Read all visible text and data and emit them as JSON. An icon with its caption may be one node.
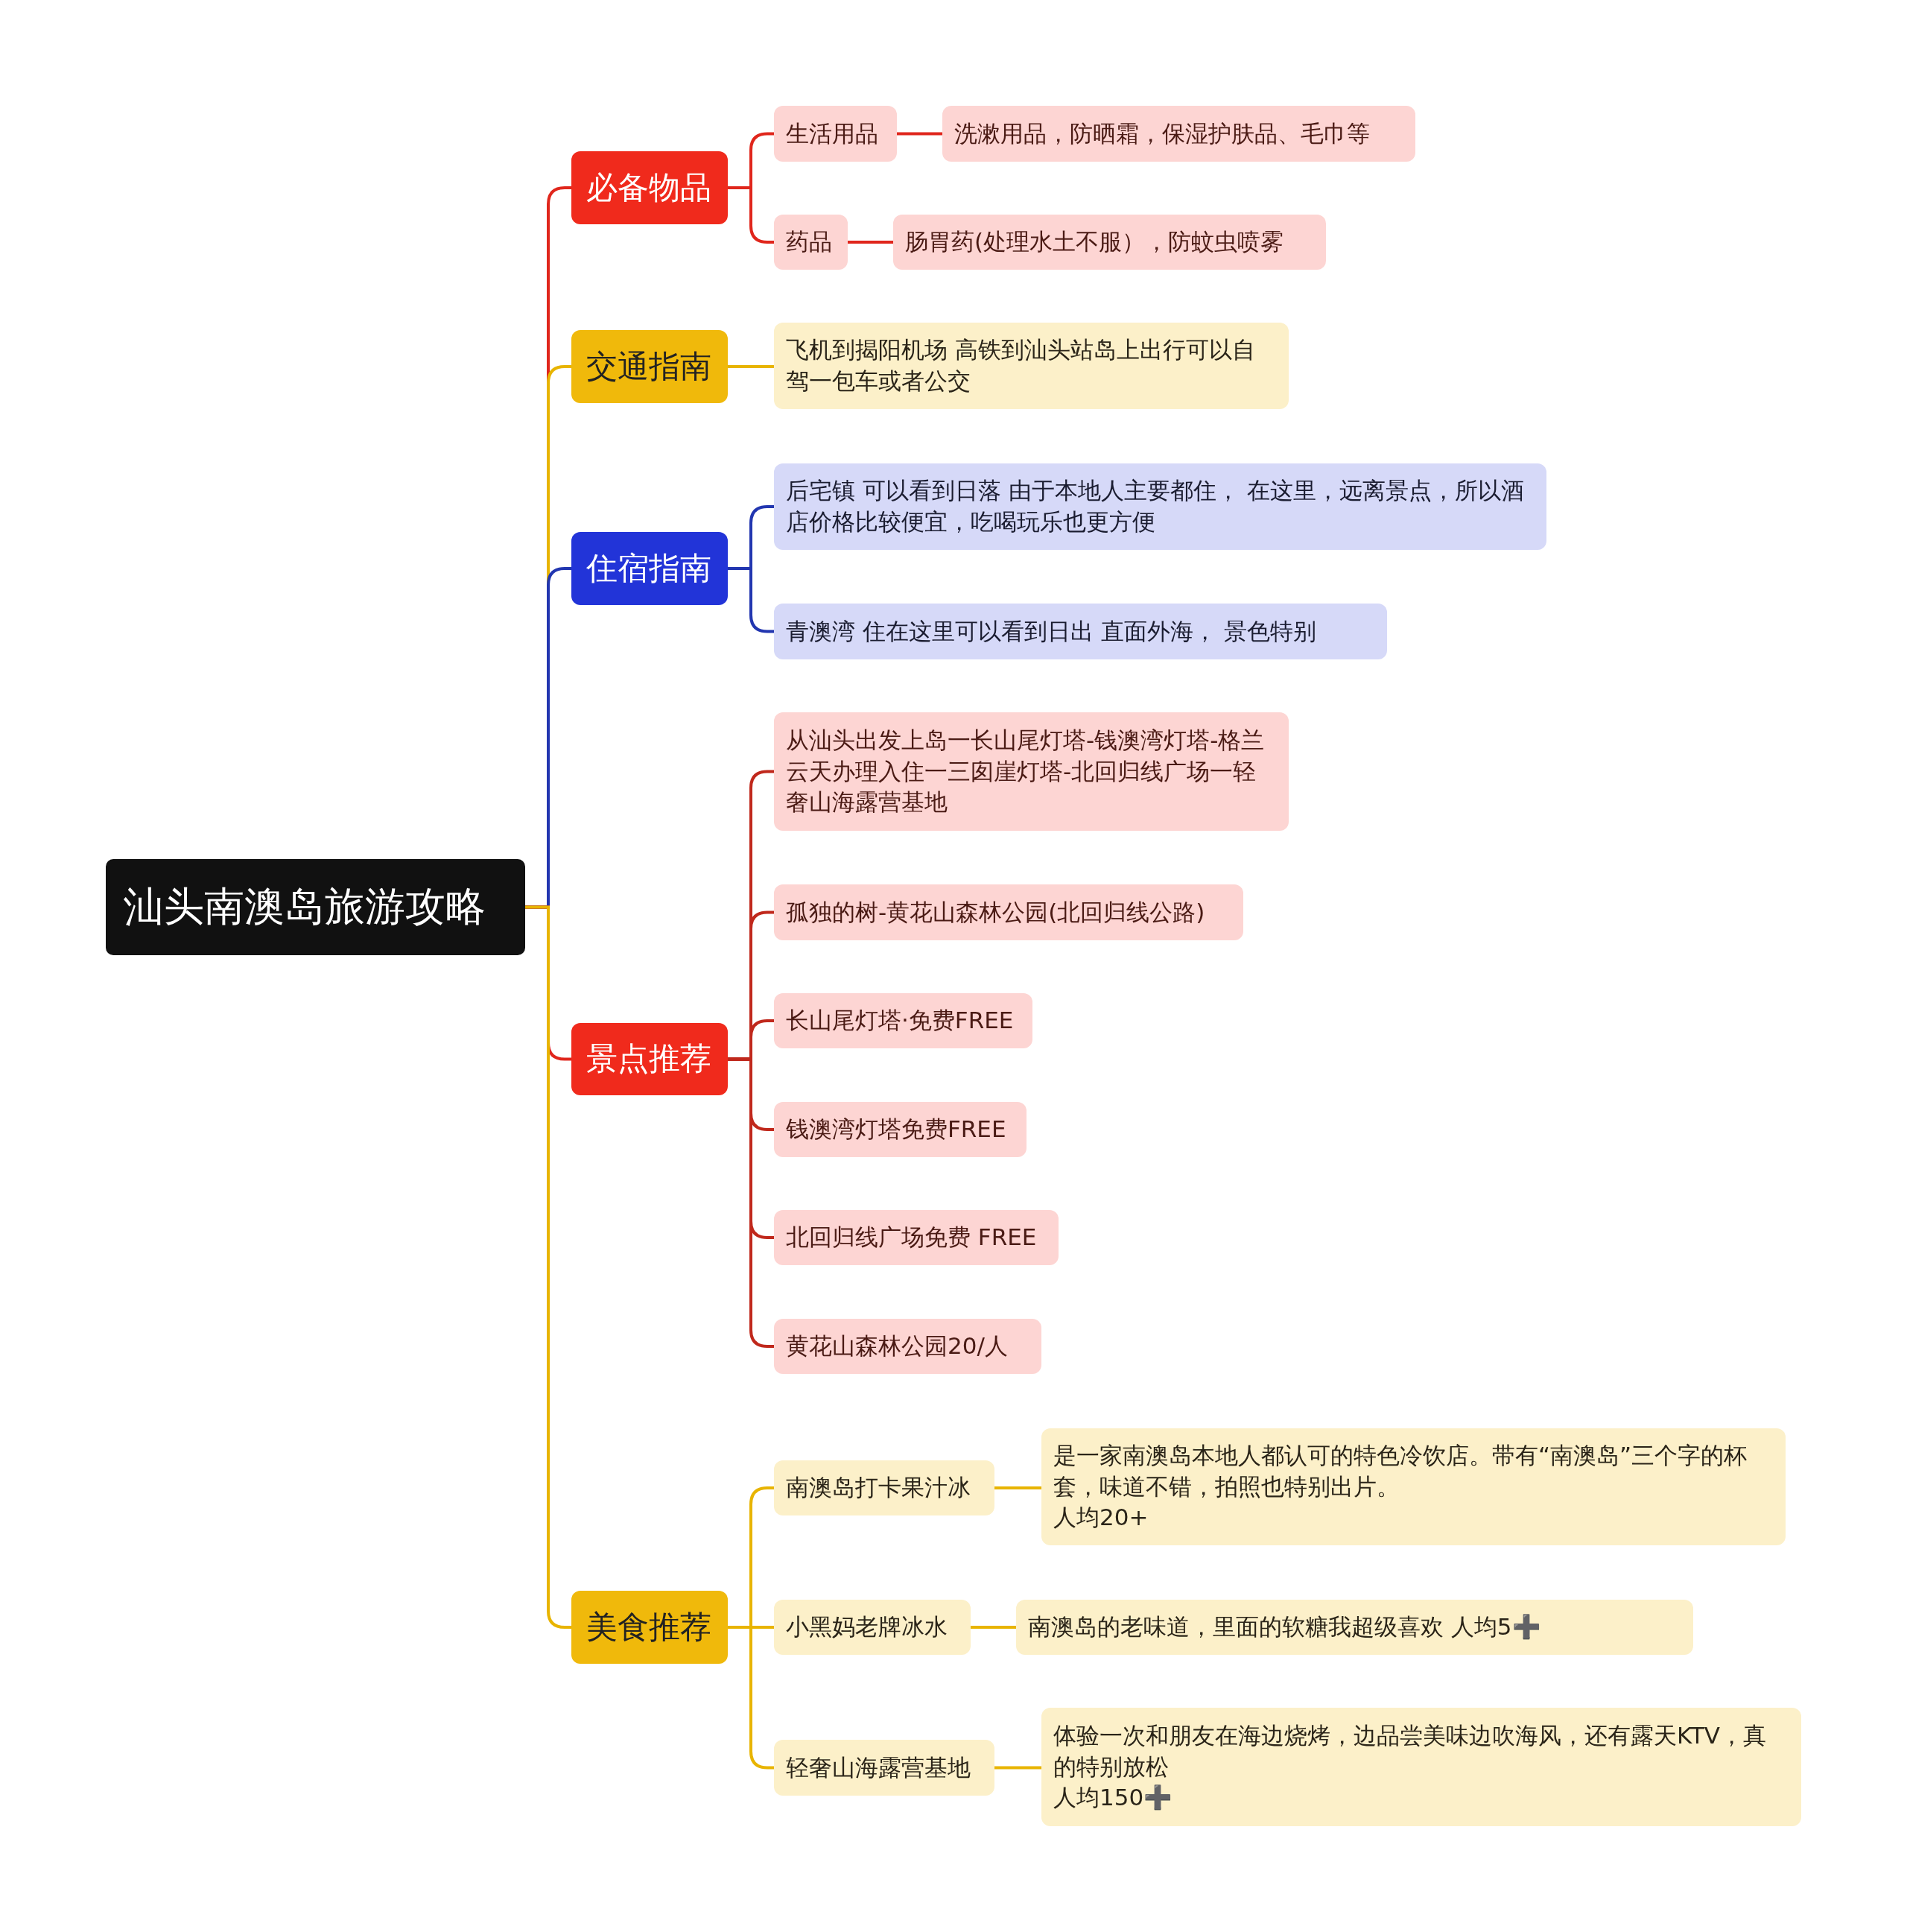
{
  "diagram": {
    "nodes": [
      {
        "text": [
          "汕头南澳岛旅游攻略"
        ]
      },
      {
        "text": [
          "必备物品"
        ]
      },
      {
        "text": [
          "生活用品"
        ]
      },
      {
        "text": [
          "洗漱用品，防晒霜，保湿护肤品、毛巾等"
        ]
      },
      {
        "text": [
          "药品"
        ]
      },
      {
        "text": [
          "肠胃药(处理水土不服），防蚊虫喷雾"
        ]
      },
      {
        "text": [
          "交通指南"
        ]
      },
      {
        "text": [
          "飞机到揭阳机场  高铁到汕头站岛上出行可以自驾一包车或者公交"
        ]
      },
      {
        "text": [
          "住宿指南"
        ]
      },
      {
        "text": [
          "后宅镇    可以看到日落 由于本地人主要都住， 在这里，远离景点，所以酒店价格比较便宜，吃喝玩乐也更方便"
        ]
      },
      {
        "text": [
          "青澳湾    住在这里可以看到日出 直面外海，  景色特别"
        ]
      },
      {
        "text": [
          "景点推荐"
        ]
      },
      {
        "text": [
          "从汕头出发上岛一长山尾灯塔-钱澳湾灯塔-格兰云天办理入住一三囱崖灯塔-北回归线广场一轻奢山海露营基地"
        ]
      },
      {
        "text": [
          "孤独的树-黄花山森林公园(北回归线公路)"
        ]
      },
      {
        "text": [
          "长山尾灯塔·免费FREE"
        ]
      },
      {
        "text": [
          "钱澳湾灯塔免费FREE"
        ]
      },
      {
        "text": [
          "北回归线广场免费 FREE"
        ]
      },
      {
        "text": [
          "黄花山森林公园20/人"
        ]
      },
      {
        "text": [
          "美食推荐"
        ]
      },
      {
        "text": [
          "南澳岛打卡果汁冰"
        ]
      },
      {
        "text": [
          "是一家南澳岛本地人都认可的特色冷饮店。带有“南澳岛”三个字的杯套，味道不错，拍照也特别出片。",
          "人均20+"
        ]
      },
      {
        "text": [
          "小黑妈老牌冰水"
        ]
      },
      {
        "text": [
          "南澳岛的老味道，里面的软糖我超级喜欢    人均5➕"
        ]
      },
      {
        "text": [
          "轻奢山海露营基地"
        ]
      },
      {
        "text": [
          "体验一次和朋友在海边烧烤，边品尝美味边吹海风，还有露天KTV，真的特别放松",
          "人均150➕"
        ]
      }
    ],
    "edges": [
      {
        "from": 0,
        "to": 1,
        "arrow": "none",
        "color": "#e0261c"
      },
      {
        "from": 0,
        "to": 6,
        "arrow": "none",
        "color": "#e8b400"
      },
      {
        "from": 0,
        "to": 8,
        "arrow": "none",
        "color": "#2236b0"
      },
      {
        "from": 0,
        "to": 11,
        "arrow": "none",
        "color": "#e0261c"
      },
      {
        "from": 0,
        "to": 18,
        "arrow": "none",
        "color": "#e8b400"
      },
      {
        "from": 1,
        "to": 2,
        "arrow": "none",
        "color": "#e0261c"
      },
      {
        "from": 2,
        "to": 3,
        "arrow": "none",
        "color": "#e0261c"
      },
      {
        "from": 1,
        "to": 4,
        "arrow": "none",
        "color": "#e0261c"
      },
      {
        "from": 4,
        "to": 5,
        "arrow": "none",
        "color": "#e0261c"
      },
      {
        "from": 6,
        "to": 7,
        "arrow": "none",
        "color": "#e8b400"
      },
      {
        "from": 8,
        "to": 9,
        "arrow": "none",
        "color": "#2236b0"
      },
      {
        "from": 8,
        "to": 10,
        "arrow": "none",
        "color": "#2236b0"
      },
      {
        "from": 11,
        "to": 12,
        "arrow": "none",
        "color": "#c0281c"
      },
      {
        "from": 11,
        "to": 13,
        "arrow": "none",
        "color": "#c0281c"
      },
      {
        "from": 11,
        "to": 14,
        "arrow": "none",
        "color": "#c0281c"
      },
      {
        "from": 11,
        "to": 15,
        "arrow": "none",
        "color": "#c0281c"
      },
      {
        "from": 11,
        "to": 16,
        "arrow": "none",
        "color": "#c0281c"
      },
      {
        "from": 11,
        "to": 17,
        "arrow": "none",
        "color": "#c0281c"
      },
      {
        "from": 18,
        "to": 19,
        "arrow": "none",
        "color": "#e8b400"
      },
      {
        "from": 19,
        "to": 20,
        "arrow": "none",
        "color": "#e8b400"
      },
      {
        "from": 18,
        "to": 21,
        "arrow": "none",
        "color": "#e8b400"
      },
      {
        "from": 21,
        "to": 22,
        "arrow": "none",
        "color": "#e8b400"
      },
      {
        "from": 18,
        "to": 23,
        "arrow": "none",
        "color": "#e8b400"
      },
      {
        "from": 23,
        "to": 24,
        "arrow": "none",
        "color": "#e8b400"
      }
    ]
  }
}
